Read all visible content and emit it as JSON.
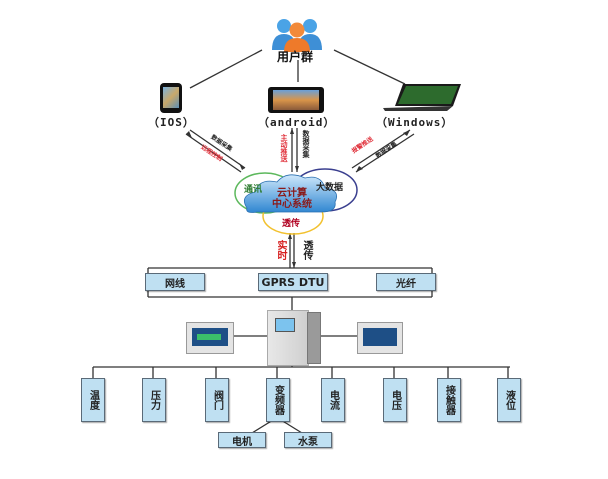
{
  "users": {
    "label": "用户群",
    "icon": "user-group-icon"
  },
  "devices": [
    {
      "label": "（IOS）",
      "icon": "iphone-icon"
    },
    {
      "label": "（android）",
      "icon": "android-tablet-icon"
    },
    {
      "label": "（Windows）",
      "icon": "laptop-icon"
    }
  ],
  "links": {
    "ios": {
      "up": "数据采集",
      "down": "远程控制"
    },
    "android": {
      "up": "数据采集",
      "down": "主动推送"
    },
    "windows": {
      "up": "报警推送",
      "down": "数据采集"
    }
  },
  "cloud": {
    "title_line1": "云计算",
    "title_line2": "中心系统",
    "circles": [
      {
        "label": "通讯",
        "color": "#4caf50"
      },
      {
        "label": "大数据",
        "color": "#3a3f8f"
      },
      {
        "label": "透传",
        "color": "#f2c12e"
      }
    ]
  },
  "uplink": {
    "left": "实时",
    "right": "透传",
    "left_color": "#d62020"
  },
  "transport": [
    "网线",
    "GPRS DTU",
    "光纤"
  ],
  "hardware": [
    {
      "name": "left-controller-module"
    },
    {
      "name": "control-cabinet"
    },
    {
      "name": "right-controller-module"
    }
  ],
  "sensors": [
    "温度",
    "压力",
    "阀门",
    "变频器",
    "电流",
    "电压",
    "接触器",
    "液位"
  ],
  "vfd_children": [
    "电机",
    "水泵"
  ],
  "colors": {
    "box_fill": "#bfe0f2",
    "line": "#333333",
    "red_text": "#e0303a"
  }
}
